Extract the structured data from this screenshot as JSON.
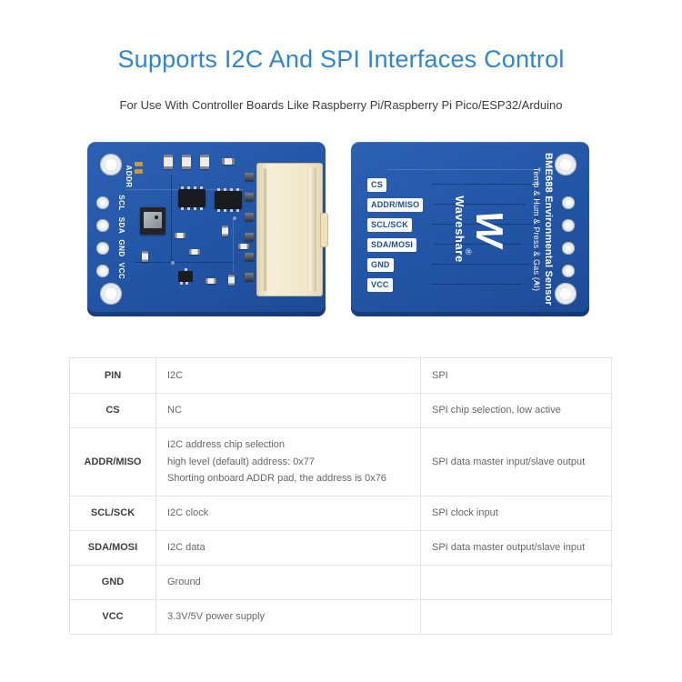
{
  "header": {
    "title": "Supports I2C And SPI Interfaces Control",
    "subtitle": "For Use With Controller Boards Like Raspberry Pi/Raspberry Pi Pico/ESP32/Arduino"
  },
  "board_front": {
    "addr_label": "ADDR",
    "pad_labels": [
      "SCL",
      "SDA",
      "GND",
      "VCC"
    ]
  },
  "board_back": {
    "pin_labels": [
      "CS",
      "ADDR/MISO",
      "SCL/SCK",
      "SDA/MOSI",
      "GND",
      "VCC"
    ],
    "brand": "Waveshare",
    "logo_letter": "W",
    "registered_mark": "®",
    "product_line1": "BME688 Environmental Sensor",
    "product_line2": "Temp & Hum & Press & Gas (AI)"
  },
  "table": {
    "header": {
      "pin": "PIN",
      "i2c": "I2C",
      "spi": "SPI"
    },
    "rows": [
      {
        "pin": "CS",
        "i2c": "NC",
        "spi": "SPI chip selection, low active"
      },
      {
        "pin": "ADDR/MISO",
        "i2c": "I2C address chip selection\nhigh level (default) address: 0x77\nShorting onboard ADDR pad, the address is 0x76",
        "spi": "SPI data master input/slave output"
      },
      {
        "pin": "SCL/SCK",
        "i2c": "I2C clock",
        "spi": "SPI clock input"
      },
      {
        "pin": "SDA/MOSI",
        "i2c": "I2C data",
        "spi": "SPI data master output/slave input"
      },
      {
        "pin": "GND",
        "i2c": "Ground",
        "spi": ""
      },
      {
        "pin": "VCC",
        "i2c": "3.3V/5V power supply",
        "spi": ""
      }
    ]
  },
  "colors": {
    "title_blue": "#2e86cf",
    "pcb_blue": "#2457a8",
    "connector_cream": "#f1e8ca",
    "silkscreen_white": "#ffffff"
  }
}
